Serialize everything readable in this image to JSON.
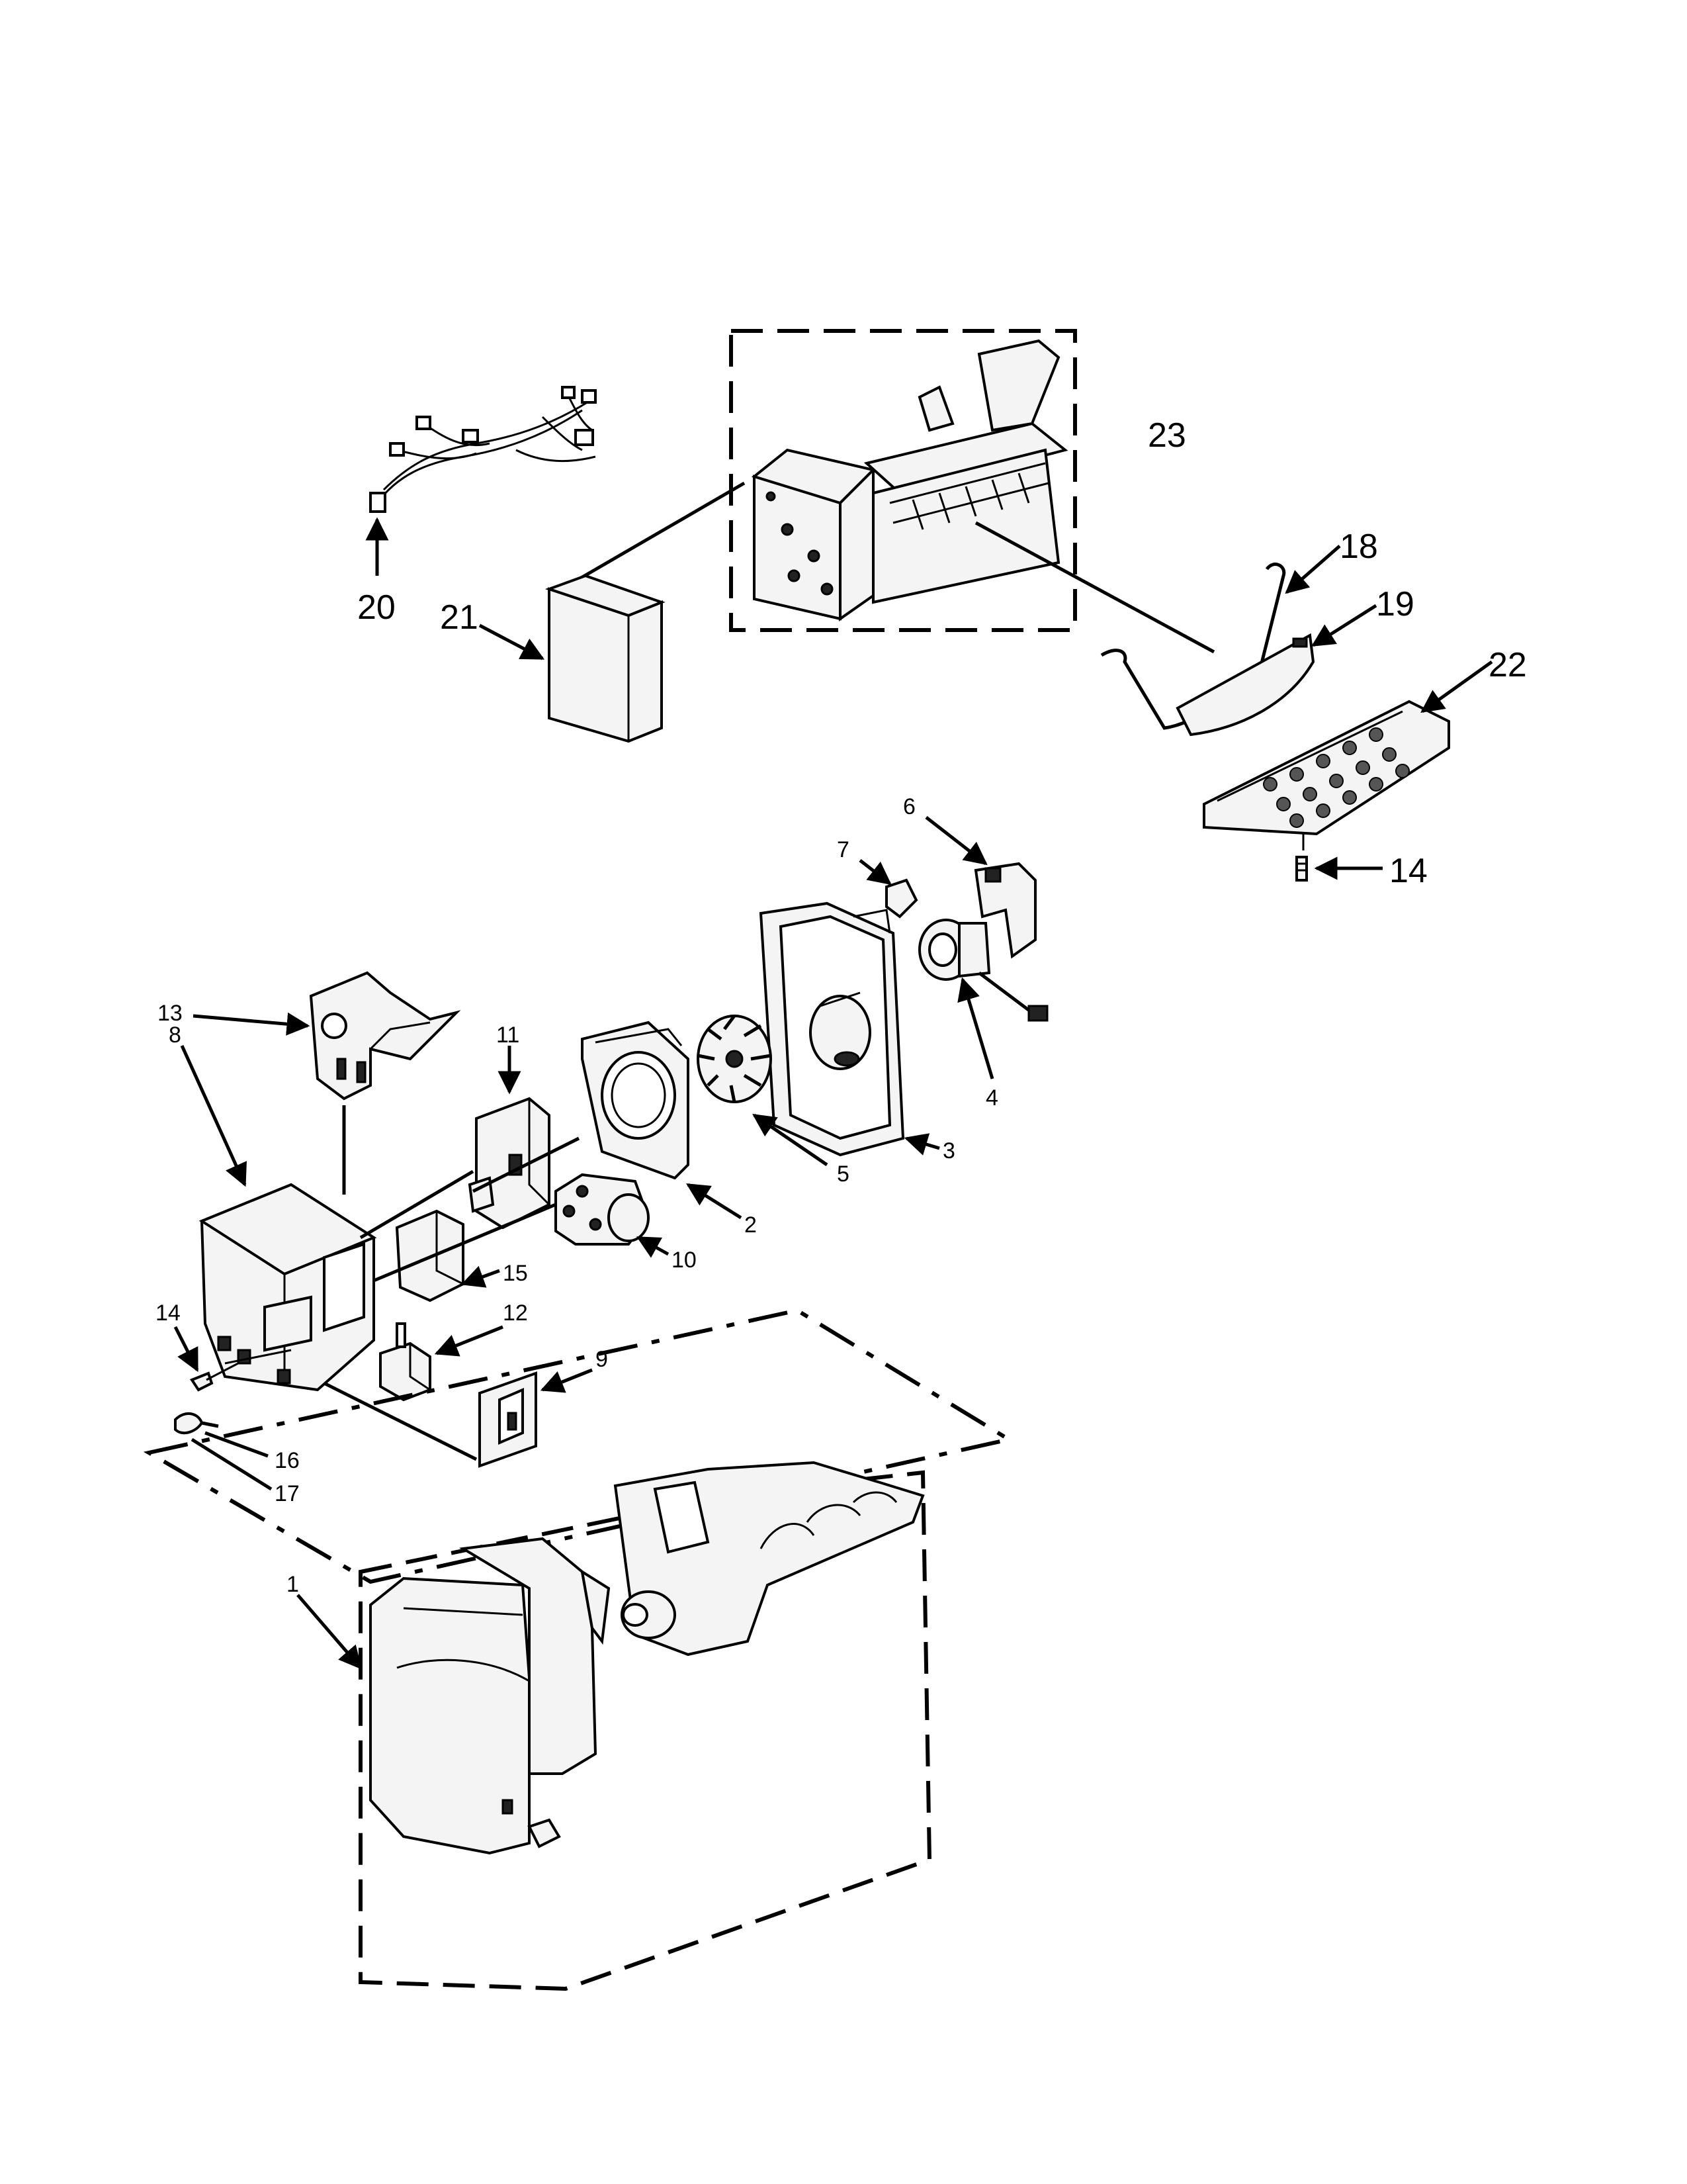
{
  "labels": {
    "l1": "1",
    "l2": "2",
    "l3": "3",
    "l4": "4",
    "l5": "5",
    "l6": "6",
    "l7": "7",
    "l8": "8",
    "l9": "9",
    "l10": "10",
    "l11": "11",
    "l12": "12",
    "l13": "13",
    "l14a": "14",
    "l14b": "14",
    "l15": "15",
    "l16": "16",
    "l17": "17",
    "l18": "18",
    "l19": "19",
    "l20": "20",
    "l21": "21",
    "l22": "22",
    "l23": "23"
  }
}
